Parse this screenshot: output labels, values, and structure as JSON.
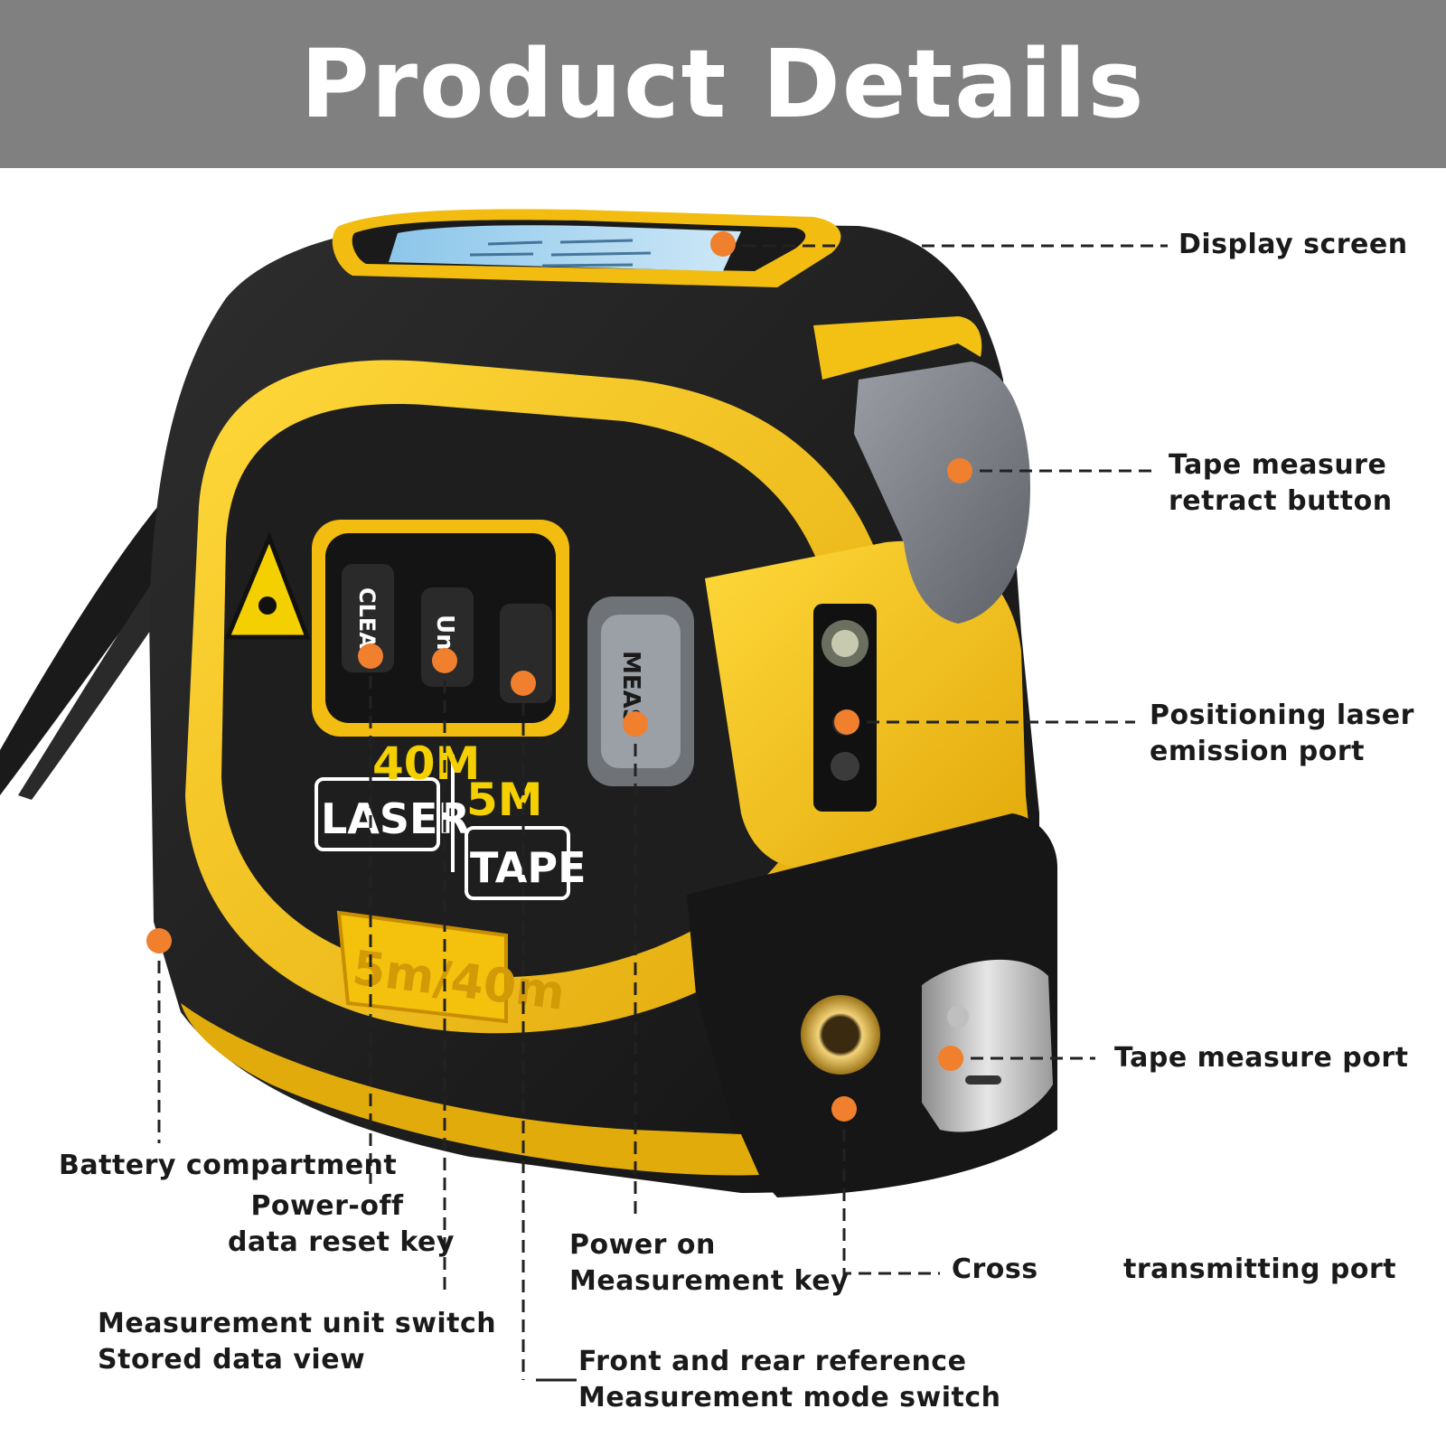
{
  "header": {
    "title": "Product Details"
  },
  "product": {
    "laser_range": "40M",
    "laser_word": "LASER",
    "tape_range": "5M",
    "tape_word": "TAPE",
    "badge": "5m/40m",
    "keys": {
      "clear": "CLEA",
      "unit": "Un",
      "measure": "MEAS"
    }
  },
  "labels": {
    "display_screen": "Display screen",
    "retract_button": [
      "Tape measure",
      "retract button"
    ],
    "laser_port": [
      "Positioning laser",
      "emission port"
    ],
    "tape_port": "Tape measure port",
    "battery": "Battery compartment",
    "power_off": [
      "Power-off",
      "data reset key"
    ],
    "unit_switch": [
      "Measurement unit switch",
      "Stored data view"
    ],
    "power_on": [
      "Power on",
      "Measurement key"
    ],
    "cross": "Cross",
    "transmitting": "transmitting port",
    "reference": [
      "Front and rear reference",
      "Measurement mode switch"
    ]
  },
  "colors": {
    "header_bg": "#808080",
    "body_black": "#1c1c1c",
    "accent_yellow": "#f4c20d",
    "marker_orange": "#f07f2e",
    "screen_blue": "#a9d4ee"
  }
}
